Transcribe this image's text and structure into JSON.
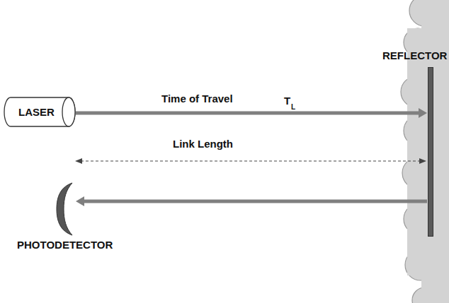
{
  "diagram": {
    "nodes": [
      {
        "text": [
          "LASER"
        ]
      },
      {
        "text": [
          "REFLECTOR"
        ]
      },
      {
        "text": [
          "PHOTODETECTOR"
        ]
      }
    ],
    "edges": [
      {
        "from": 0,
        "to": 1,
        "arrow": "to",
        "label": "Time of Travel"
      },
      {
        "from": 1,
        "to": 2,
        "arrow": "to"
      }
    ],
    "labels": [
      "T",
      "L",
      "Link Length"
    ]
  }
}
